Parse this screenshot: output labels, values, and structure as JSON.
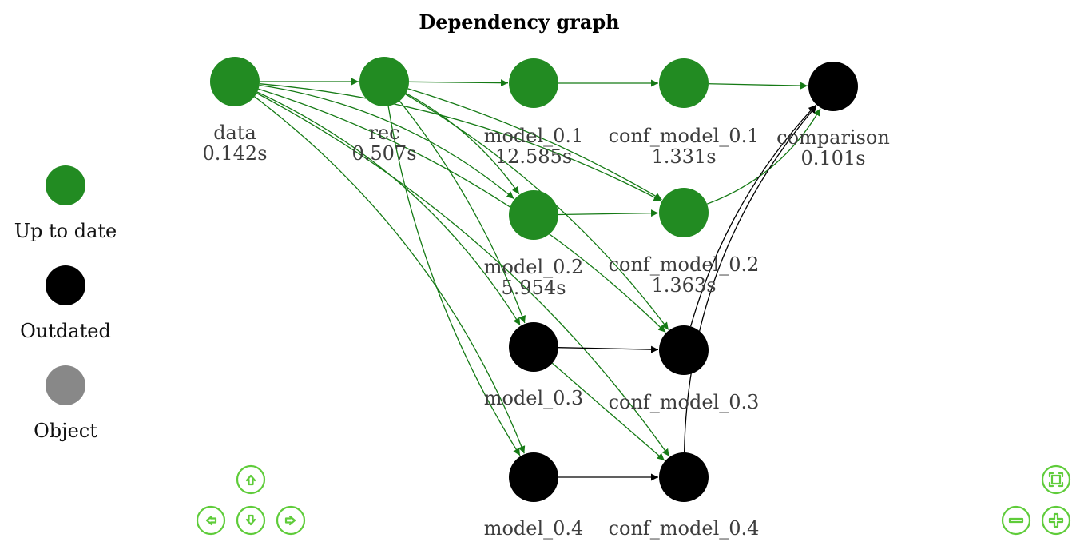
{
  "title": "Dependency graph",
  "colors": {
    "up_to_date": "#228b22",
    "outdated": "#000000",
    "object": "#888888",
    "edge_up_to_date": "#157a15",
    "edge_outdated": "#000000",
    "nav_button": "#5fcc3a"
  },
  "legend": [
    {
      "id": "uptodate",
      "label": "Up to date",
      "status": "up_to_date"
    },
    {
      "id": "outdated",
      "label": "Outdated",
      "status": "outdated"
    },
    {
      "id": "object",
      "label": "Object",
      "status": "object"
    }
  ],
  "nodes": [
    {
      "id": "data",
      "label": "data",
      "time": "0.142s",
      "status": "up_to_date"
    },
    {
      "id": "rec",
      "label": "rec",
      "time": "0.507s",
      "status": "up_to_date"
    },
    {
      "id": "model_0_1",
      "label": "model_0.1",
      "time": "12.585s",
      "status": "up_to_date"
    },
    {
      "id": "conf_model_0_1",
      "label": "conf_model_0.1",
      "time": "1.331s",
      "status": "up_to_date"
    },
    {
      "id": "comparison",
      "label": "comparison",
      "time": "0.101s",
      "status": "outdated"
    },
    {
      "id": "model_0_2",
      "label": "model_0.2",
      "time": "5.954s",
      "status": "up_to_date"
    },
    {
      "id": "conf_model_0_2",
      "label": "conf_model_0.2",
      "time": "1.363s",
      "status": "up_to_date"
    },
    {
      "id": "model_0_3",
      "label": "model_0.3",
      "time": "",
      "status": "outdated"
    },
    {
      "id": "conf_model_0_3",
      "label": "conf_model_0.3",
      "time": "",
      "status": "outdated"
    },
    {
      "id": "model_0_4",
      "label": "model_0.4",
      "time": "",
      "status": "outdated"
    },
    {
      "id": "conf_model_0_4",
      "label": "conf_model_0.4",
      "time": "",
      "status": "outdated"
    }
  ],
  "edges": [
    {
      "from": "data",
      "to": "rec",
      "status": "up_to_date"
    },
    {
      "from": "rec",
      "to": "model_0_1",
      "status": "up_to_date"
    },
    {
      "from": "model_0_1",
      "to": "conf_model_0_1",
      "status": "up_to_date"
    },
    {
      "from": "conf_model_0_1",
      "to": "comparison",
      "status": "up_to_date"
    },
    {
      "from": "data",
      "to": "model_0_2",
      "status": "up_to_date"
    },
    {
      "from": "data",
      "to": "conf_model_0_2",
      "status": "up_to_date"
    },
    {
      "from": "rec",
      "to": "model_0_2",
      "status": "up_to_date"
    },
    {
      "from": "rec",
      "to": "conf_model_0_2",
      "status": "up_to_date"
    },
    {
      "from": "model_0_2",
      "to": "conf_model_0_2",
      "status": "up_to_date"
    },
    {
      "from": "conf_model_0_2",
      "to": "comparison",
      "status": "up_to_date"
    },
    {
      "from": "data",
      "to": "model_0_3",
      "status": "up_to_date"
    },
    {
      "from": "data",
      "to": "conf_model_0_3",
      "status": "up_to_date"
    },
    {
      "from": "data",
      "to": "model_0_4",
      "status": "up_to_date"
    },
    {
      "from": "data",
      "to": "conf_model_0_4",
      "status": "up_to_date"
    },
    {
      "from": "rec",
      "to": "model_0_3",
      "status": "up_to_date"
    },
    {
      "from": "rec",
      "to": "conf_model_0_3",
      "status": "up_to_date"
    },
    {
      "from": "rec",
      "to": "model_0_4",
      "status": "up_to_date"
    },
    {
      "from": "model_0_3",
      "to": "conf_model_0_4",
      "status": "up_to_date"
    },
    {
      "from": "model_0_3",
      "to": "conf_model_0_3",
      "status": "outdated"
    },
    {
      "from": "model_0_4",
      "to": "conf_model_0_4",
      "status": "outdated"
    },
    {
      "from": "conf_model_0_3",
      "to": "comparison",
      "status": "outdated"
    },
    {
      "from": "conf_model_0_4",
      "to": "comparison",
      "status": "outdated"
    }
  ],
  "controls": {
    "pan": [
      "up",
      "left",
      "down",
      "right"
    ],
    "zoom": [
      "fit",
      "zoom-out",
      "zoom-in"
    ]
  }
}
